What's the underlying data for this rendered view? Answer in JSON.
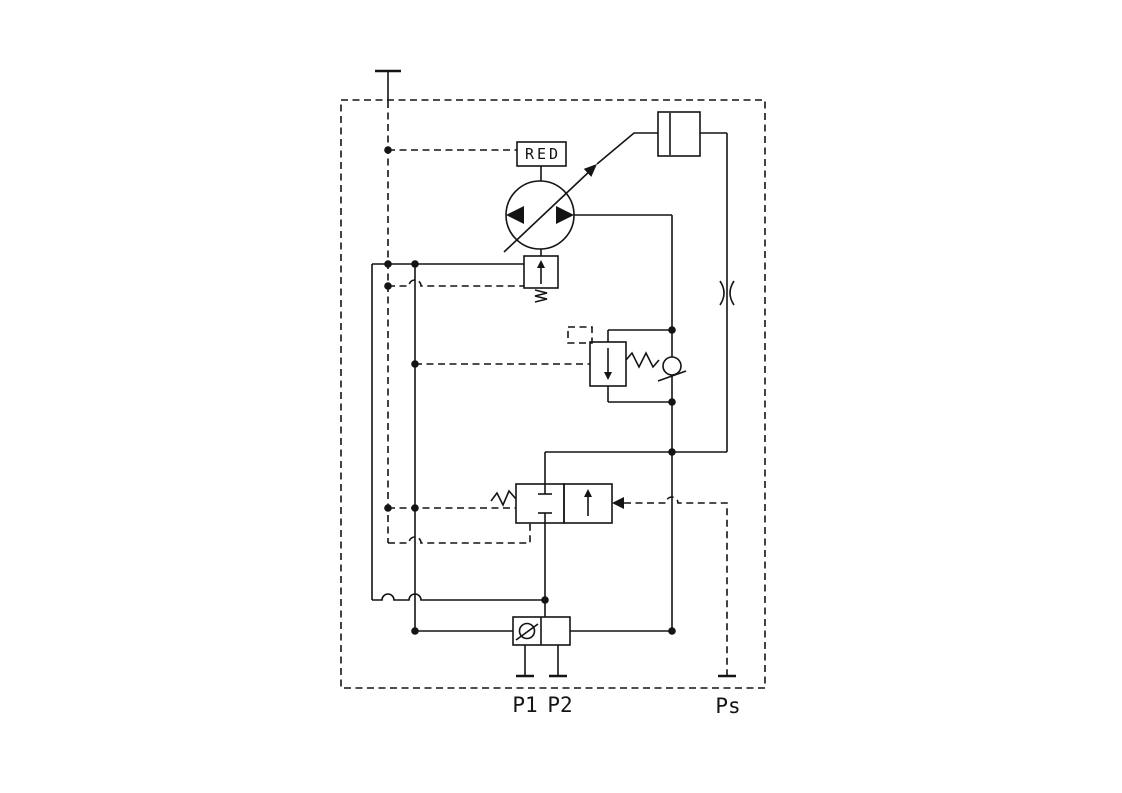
{
  "diagram": {
    "type": "hydraulic-schematic",
    "background": "#ffffff",
    "line_color": "#141414",
    "tag": {
      "label": "RED"
    },
    "ports": {
      "p1": "P1",
      "p2": "P2",
      "ps": "Ps"
    },
    "components": [
      "enclosure-boundary",
      "tank-port-symbol",
      "pilot-drain-line",
      "displacement-tag-red",
      "variable-displacement-pump",
      "swashplate-arrow",
      "stroking-cylinder",
      "fixed-orifice",
      "pressure-compensator-valve",
      "pilot-relief-valve",
      "check-valve",
      "two-position-pilot-valve",
      "pilot-arrow",
      "inline-check-valve",
      "port-p1",
      "port-p2",
      "port-ps"
    ]
  }
}
